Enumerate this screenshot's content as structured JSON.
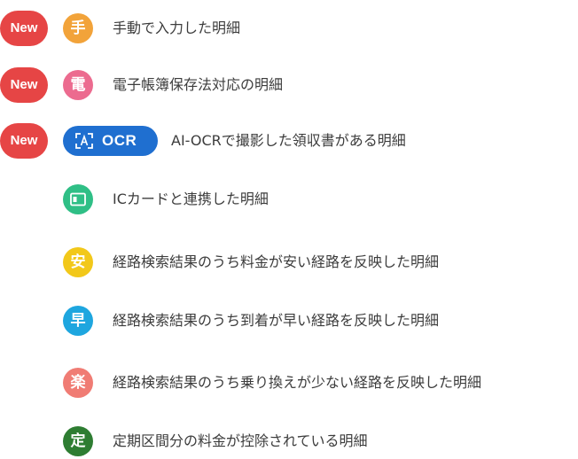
{
  "new_badge": "New",
  "colors": {
    "new_badge": "#e64545",
    "manual": "#f2a33a",
    "electronic": "#ec6b8f",
    "ocr": "#1f6fd0",
    "ic_card": "#2fbf86",
    "cheap": "#f2c81a",
    "fast": "#1ea6df",
    "easy": "#f07c74",
    "commuter": "#2e7d32"
  },
  "items": [
    {
      "icon_char": "手",
      "label": "手動で入力した明細"
    },
    {
      "icon_char": "電",
      "label": "電子帳簿保存法対応の明細"
    },
    {
      "pill_text": "OCR",
      "icon": "scan-frame-icon",
      "label": "AI-OCRで撮影した領収書がある明細"
    },
    {
      "icon": "ic-card-icon",
      "label": "ICカードと連携した明細"
    },
    {
      "icon_char": "安",
      "label": "経路検索結果のうち料金が安い経路を反映した明細"
    },
    {
      "icon_char": "早",
      "label": "経路検索結果のうち到着が早い経路を反映した明細"
    },
    {
      "icon_char": "楽",
      "label": "経路検索結果のうち乗り換えが少ない経路を反映した明細"
    },
    {
      "icon_char": "定",
      "label": "定期区間分の料金が控除されている明細"
    }
  ]
}
